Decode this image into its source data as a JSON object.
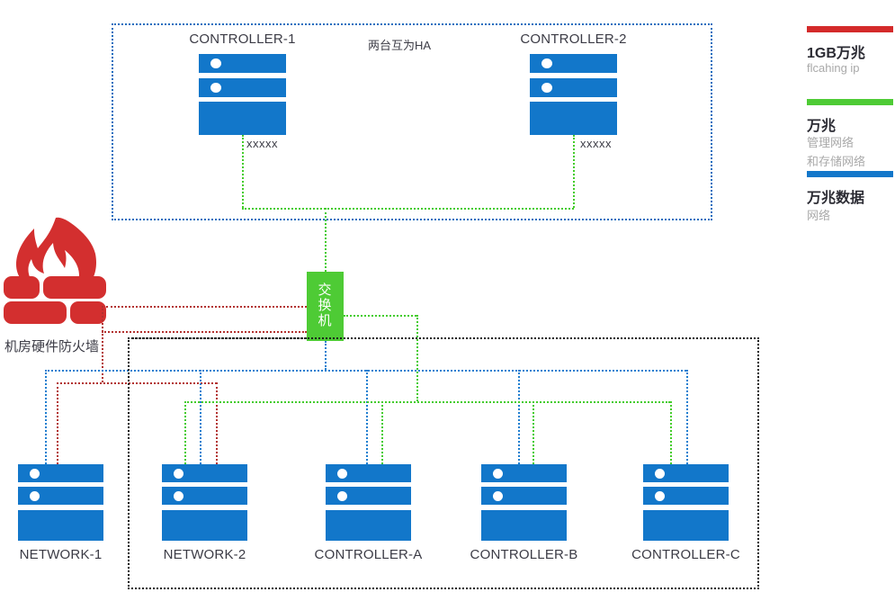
{
  "diagram": {
    "title_text": "",
    "colors": {
      "server_blue": "#1277ca",
      "switch_green": "#4ecb35",
      "firewall_red": "#d32f2f",
      "line_green": "#44cc2a",
      "line_blue": "#1f7fd0",
      "line_red": "#b3312f",
      "line_black": "#111111",
      "zone_top_border": "#1f6fbf",
      "zone_bottom_border": "#1a1a1a"
    }
  },
  "top_zone": {
    "note_label": "两台互为HA",
    "controllers": [
      {
        "name": "CONTROLLER-1",
        "port_label": "xxxxx"
      },
      {
        "name": "CONTROLLER-2",
        "port_label": "xxxxx"
      }
    ]
  },
  "switch": {
    "label": "交换机",
    "chars": [
      "交",
      "换",
      "机"
    ]
  },
  "firewall": {
    "label": "机房硬件防火墙",
    "icon": "firewall-flame-icon"
  },
  "bottom_zone": {
    "nodes": [
      {
        "name": "NETWORK-1"
      },
      {
        "name": "NETWORK-2"
      },
      {
        "name": "CONTROLLER-A"
      },
      {
        "name": "CONTROLLER-B"
      },
      {
        "name": "CONTROLLER-C"
      }
    ]
  },
  "legend": {
    "items": [
      {
        "color": "#d42a2a",
        "title": "1GB万兆",
        "subtitles": [
          "flcahing ip"
        ]
      },
      {
        "color": "#4ecb35",
        "title": "万兆",
        "subtitles": [
          "管理网络",
          "和存储网络"
        ]
      },
      {
        "color": "#1277ca",
        "title": "万兆数据",
        "subtitles": [
          "网络"
        ]
      }
    ]
  }
}
